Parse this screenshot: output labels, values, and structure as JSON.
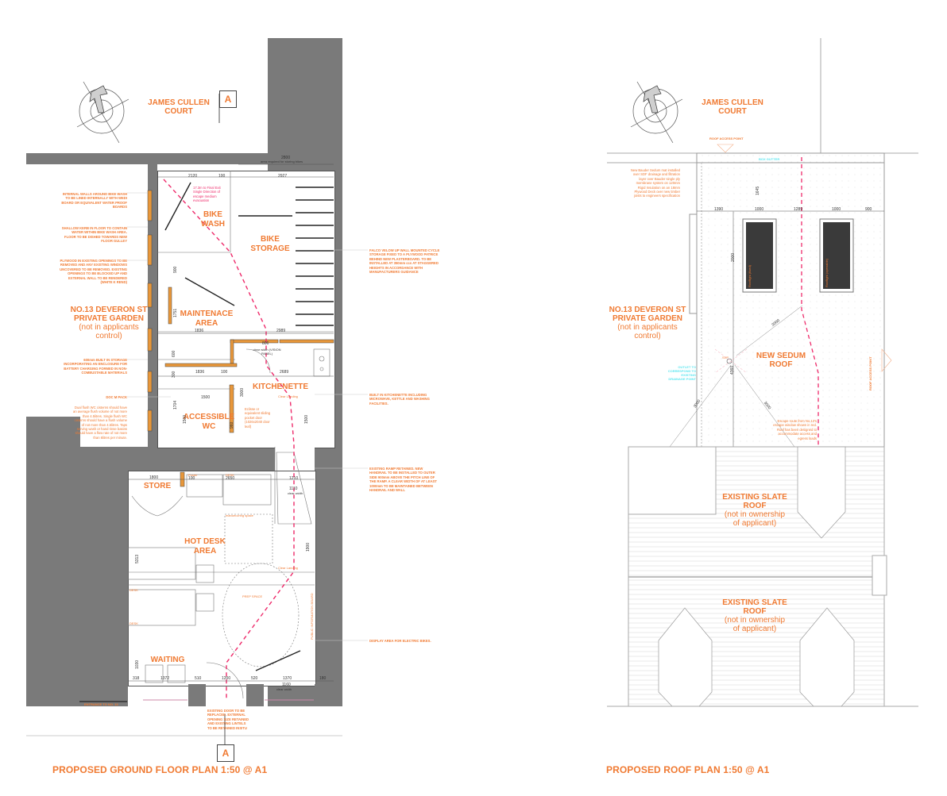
{
  "ground_floor_plan": {
    "title": "PROPOSED GROUND FLOOR PLAN 1:50 @ A1",
    "section_marker_top": "A",
    "section_marker_bottom": "A",
    "neighbour_label": [
      "JAMES CULLEN",
      "COURT"
    ],
    "garden_label": [
      "NO.13 DEVERON ST",
      "PRIVATE GARDEN",
      "(not in applicants",
      "control)"
    ],
    "rooms": {
      "bike_wash": [
        "BIKE",
        "WASH"
      ],
      "bike_storage": [
        "BIKE",
        "STORAGE"
      ],
      "maintenance": [
        "MAINTENACE",
        "AREA"
      ],
      "kitchenette": "KITCHENETTE",
      "accessible_wc": [
        "ACCESSIBLE",
        "WC"
      ],
      "store": "STORE",
      "hot_desk": [
        "HOT DESK",
        "AREA"
      ],
      "waiting": "WAITING"
    },
    "notes_left": [
      "INTERNAL WALLS AROUND BIKE WASH TO BE LINED INTERNALLY WITH WEDI BOARD OR EQUIVALENT WATER PROOF BOARDS",
      "SHALLOW KERB IN FLOOR TO CONTAIN WATER WITHIN BIKE WASH AREA. FLOOR TO BE DISHED TOWARDS NEW FLOOR GULLEY",
      "PLYWOOD IN EXISTING OPENINGS TO BE REMOVED AND ANY EXISTING WINDOWS UNCOVERED TO BE REMOVED. EXISTING OPENINGS TO BE BLOCKED UP AND EXTERNAL WALL TO BE RENDERED (WHITE K REND)",
      "600mm BUILT IN STORAGE INCORPORATING AN ENCLOSURE FOR BATTERY CHARGING FORMED IN NON-COMBUSTABLE MATERIALS",
      "DOC M PACK",
      "Dual flush WC cisterns should have an average flush volume of not more than 4.5litres. Single flush WC cisterns should have a flush volume of not more than 4.5litres. Taps serving wash or hand rinse basins should have a flow rate of not more than 6litres per minute."
    ],
    "notes_right": [
      "FALCO VELOW UP WALL MOUNTED CYCLE STORAGE FIXED TO A PLYWOOD PATRICE BEHIND NEW PLASTERBOARD. TO BE INSTALLED AT 350mm ccs AT STAGGERED HEIGHTS IN ACCORDANCE WITH MANUFACTURERS GUIDANCE",
      "BUILT IN KITCHENETTE INCLUDING MICROWAVE, KETTLE AND WASHING FACILITIES.",
      "EXISTING RAMP RETAINED. NEW HANDRAIL TO BE INSTALLED TO OUTER SIDE 900mm ABOVE THE PITCH LINE OF THE RAMP. A CLEAR WIDTH OF AT LEAST 1000mm TO BE MAINTAINED BETWEEN HANDRAIL AND WALL",
      "DISPLAY AREA FOR ELECTRIC BIKES."
    ],
    "note_door": "EXISTING DOOR TO BE REPLACED. EXTERNAL OPENING SIZE RETAINED AND EXISTING LINTELS TO BE RETAINED INSITU",
    "note_escape": "17.3m to Final Exit Single Direction of escape medium evacuation",
    "note_pocket_door": "Eclisse or equivalent sliding pocket door (1026x2040 door leaf)",
    "entrance_label": "ENTRANCE TO NO. 13",
    "small_labels": {
      "clear_landing_1": "Clear Landing",
      "clear_landing_2": "Clear Landing",
      "manoeuvring": "manoeuvring space",
      "prep_space": "PREP SPACE",
      "poster": "Poster",
      "desk1": "DESK",
      "desk2": "DESK",
      "desk3": "DESK",
      "public_board": "PUBLIC INFORMATION BOARD",
      "visionpanel": "clear width (VISION PANEL)"
    },
    "dimensions": {
      "area_required": "2800",
      "area_required_label": "area required for storing bikes",
      "d2120": "2120",
      "d100a": "100",
      "d2927": "2927",
      "d1836a": "1836",
      "d2989a": "2989",
      "d806": "806",
      "d1836b": "1836",
      "d100b": "100",
      "d2689": "2689",
      "d1500": "1500",
      "d1800": "1800",
      "d100c": "100",
      "d2650": "2650",
      "d1210": "1210",
      "d1110": "1110",
      "clear_width": "clear width",
      "d318": "318",
      "d1372": "1372",
      "d510": "510",
      "d1200": "1200",
      "d520": "520",
      "d1370": "1370",
      "d180": "180",
      "d1160": "1160",
      "v900": "900",
      "v1751": "1751",
      "v600": "600",
      "v300": "300",
      "v1704": "1704",
      "v1500": "1500",
      "v3000": "3000",
      "v5313": "5313",
      "v1030": "1030",
      "v1900": "1900",
      "v1500b": "1500",
      "v960": "960"
    }
  },
  "roof_plan": {
    "title": "PROPOSED ROOF PLAN 1:50 @ A1",
    "neighbour_label": [
      "JAMES CULLEN",
      "COURT"
    ],
    "garden_label": [
      "NO.13 DEVERON ST",
      "PRIVATE GARDEN",
      "(not in applicants",
      "control)"
    ],
    "sedum_label": [
      "NEW SEDUM",
      "ROOF"
    ],
    "slate_roof_1": [
      "EXISTING SLATE",
      "ROOF",
      "(not in ownership",
      "of applicant)"
    ],
    "slate_roof_2": [
      "EXISTING SLATE",
      "ROOF",
      "(not in ownership",
      "of applicant)"
    ],
    "roof_access_top": "ROOF ACCESS POINT",
    "roof_access_right": "ROOF ACCESS POINT",
    "box_gutter": "BOX GUTTER",
    "outlet_note": "OUTLET TO CORRESPOND TO EXISTING DRAINAGE POINT",
    "sedum_note": "New Bauder Sedum mat installed over SDF drainage and filtration layer over Bauder single ply membrane system on 120mm Rigid Insulation on an 18mm Plywood Deck over new timber joists to engineers specification",
    "escape_note": "Escape route from No.13's escape window shown in red. Roof has been designed to accommodate access and egress loads",
    "svp": "SVP",
    "rooflight_1": "Rooflight (fixed)",
    "rooflight_2": "Rooflight (openable)",
    "dimensions": {
      "d1390": "1390",
      "d1000a": "1000",
      "d1289": "1289",
      "d1000b": "1000",
      "d900": "900",
      "v1645": "1645",
      "v2000": "2000",
      "d3000a": "3000",
      "d3000b": "3000",
      "d3000c": "3000",
      "v4360": "4360"
    }
  },
  "colors": {
    "annotation": "#f07a32",
    "escape_route": "#ee2a6a",
    "existing_wall": "#7a7a7a",
    "rooflight": "#3a3a3a",
    "drainage": "#5fe6f0",
    "new_wall": "#e8973a"
  }
}
